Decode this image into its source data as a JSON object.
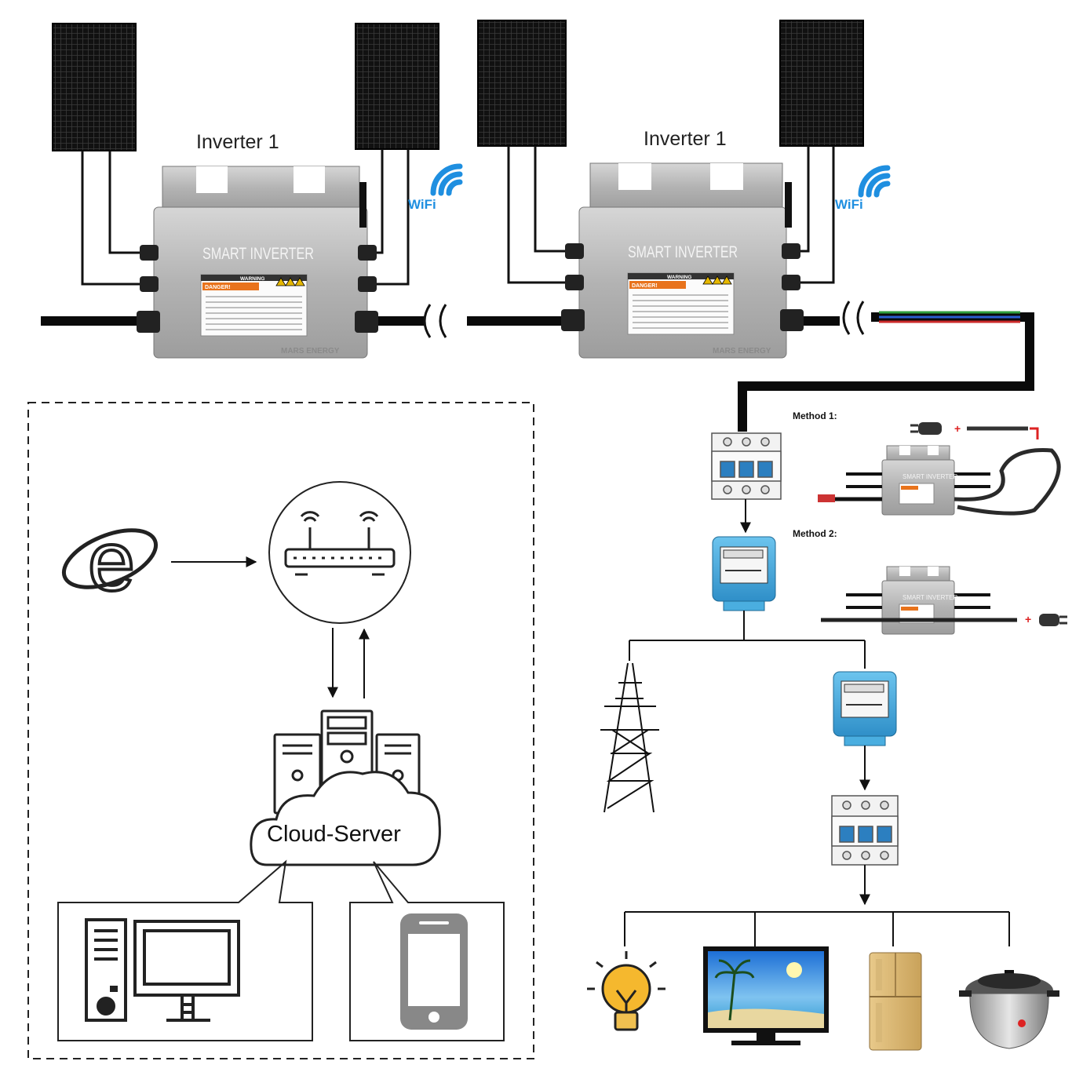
{
  "inverters": [
    {
      "label": "Inverter 1",
      "brand": "SMART INVERTER",
      "warning_header": "WARNING",
      "danger_label": "DANGER!",
      "maker": "MARS ENERGY",
      "wifi_label": "WiFi"
    },
    {
      "label": "Inverter 1",
      "brand": "SMART INVERTER",
      "warning_header": "WARNING",
      "danger_label": "DANGER!",
      "maker": "MARS ENERGY",
      "wifi_label": "WiFi"
    }
  ],
  "methods": [
    {
      "label": "Method 1:",
      "brand": "SMART INVERTER"
    },
    {
      "label": "Method 2:",
      "brand": "SMART INVERTER"
    }
  ],
  "network": {
    "cloud_label": "Cloud-Server",
    "browser_glyph": "e"
  },
  "colors": {
    "panel": "#0d0d0d",
    "inverter_body": "#b9b9b9",
    "meter": "#4aaee0",
    "wifi": "#1f8fe0",
    "cable": "#0a0a0a",
    "warning": "#e8731c"
  },
  "icons": [
    "solar-panel-icon",
    "wifi-icon",
    "breaker-icon",
    "meter-icon",
    "tower-icon",
    "bulb-icon",
    "tv-icon",
    "fridge-icon",
    "cooker-icon",
    "router-icon",
    "server-icon",
    "desktop-icon",
    "phone-icon",
    "browser-icon",
    "plug-icon"
  ]
}
